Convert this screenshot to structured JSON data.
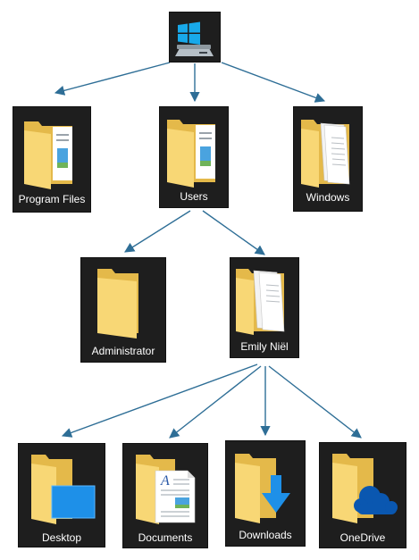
{
  "nodes": {
    "root": {
      "label": ""
    },
    "program_files": {
      "label": "Program Files"
    },
    "users": {
      "label": "Users"
    },
    "windows": {
      "label": "Windows"
    },
    "administrator": {
      "label": "Administrator"
    },
    "emily": {
      "label": "Emily Niël"
    },
    "desktop": {
      "label": "Desktop"
    },
    "documents": {
      "label": "Documents"
    },
    "downloads": {
      "label": "Downloads"
    },
    "onedrive": {
      "label": "OneDrive"
    }
  },
  "edges": [
    [
      "root",
      "program_files"
    ],
    [
      "root",
      "users"
    ],
    [
      "root",
      "windows"
    ],
    [
      "users",
      "administrator"
    ],
    [
      "users",
      "emily"
    ],
    [
      "emily",
      "desktop"
    ],
    [
      "emily",
      "documents"
    ],
    [
      "emily",
      "downloads"
    ],
    [
      "emily",
      "onedrive"
    ]
  ],
  "colors": {
    "arrow": "#2e6e96",
    "tile_bg": "#1e1e1e",
    "folder_back": "#e4b94a",
    "folder_front": "#f8d775",
    "accent_blue": "#1e90e8"
  },
  "icons": {
    "root": "system-drive-icon",
    "program_files": "folder-with-files-icon",
    "users": "folder-with-files-icon",
    "windows": "folder-with-documents-icon",
    "administrator": "folder-icon",
    "emily": "folder-with-documents-icon",
    "desktop": "desktop-folder-icon",
    "documents": "documents-folder-icon",
    "downloads": "downloads-folder-icon",
    "onedrive": "onedrive-folder-icon"
  }
}
